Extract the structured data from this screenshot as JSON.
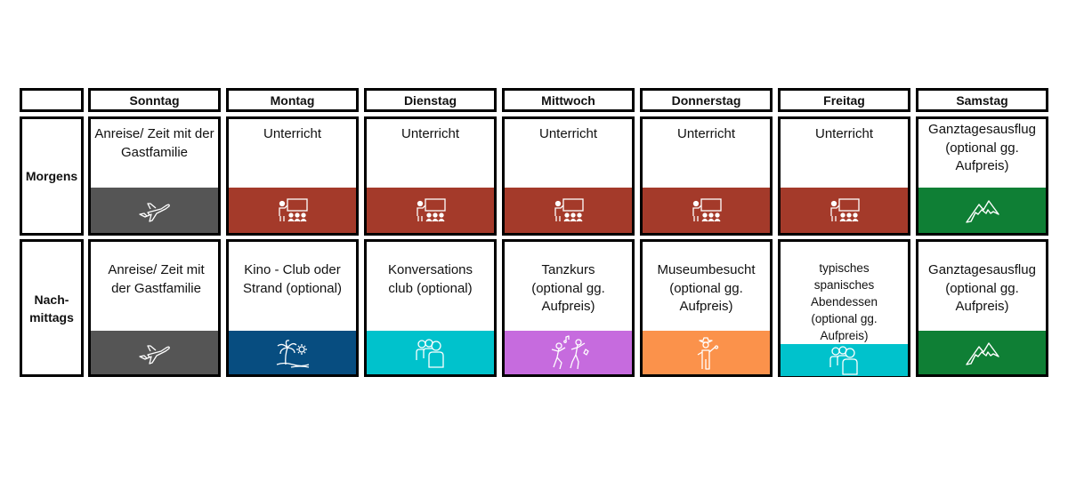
{
  "colors": {
    "grey": "#555555",
    "red": "#a43a2a",
    "green": "#0f7f35",
    "blue": "#074d80",
    "teal": "#00c2cc",
    "purple": "#c66bde",
    "orange": "#fb924b"
  },
  "header": {
    "corner": "",
    "days": [
      "Sonntag",
      "Montag",
      "Dienstag",
      "Mittwoch",
      "Donnerstag",
      "Freitag",
      "Samstag"
    ]
  },
  "rows": {
    "morning_label": "Morgens",
    "afternoon_label_1": "Nach-",
    "afternoon_label_2": "mittags"
  },
  "morning": [
    {
      "text": "Anreise/ Zeit mit der Gastfamilie",
      "icon": "airplane-icon",
      "color": "grey"
    },
    {
      "text": "Unterricht",
      "icon": "classroom-icon",
      "color": "red"
    },
    {
      "text": "Unterricht",
      "icon": "classroom-icon",
      "color": "red"
    },
    {
      "text": "Unterricht",
      "icon": "classroom-icon",
      "color": "red"
    },
    {
      "text": "Unterricht",
      "icon": "classroom-icon",
      "color": "red"
    },
    {
      "text": "Unterricht",
      "icon": "classroom-icon",
      "color": "red"
    },
    {
      "text": "Ganztagesausflug (optional gg. Aufpreis)",
      "icon": "mountain-icon",
      "color": "green"
    }
  ],
  "afternoon": [
    {
      "text": "Anreise/ Zeit mit der Gastfamilie",
      "icon": "airplane-icon",
      "color": "grey"
    },
    {
      "text": "Kino - Club oder Strand (optional)",
      "icon": "beach-icon",
      "color": "blue"
    },
    {
      "text": "Konversations club (optional)",
      "icon": "people-icon",
      "color": "teal"
    },
    {
      "text": "Tanzkurs (optional gg. Aufpreis)",
      "icon": "dancing-icon",
      "color": "purple"
    },
    {
      "text": "Museumbesucht (optional gg. Aufpreis)",
      "icon": "guide-icon",
      "color": "orange"
    },
    {
      "text": "typisches spanisches Abendessen (optional gg. Aufpreis)",
      "icon": "people-icon",
      "color": "teal"
    },
    {
      "text": "Ganztagesausflug (optional gg. Aufpreis)",
      "icon": "mountain-icon",
      "color": "green"
    }
  ]
}
